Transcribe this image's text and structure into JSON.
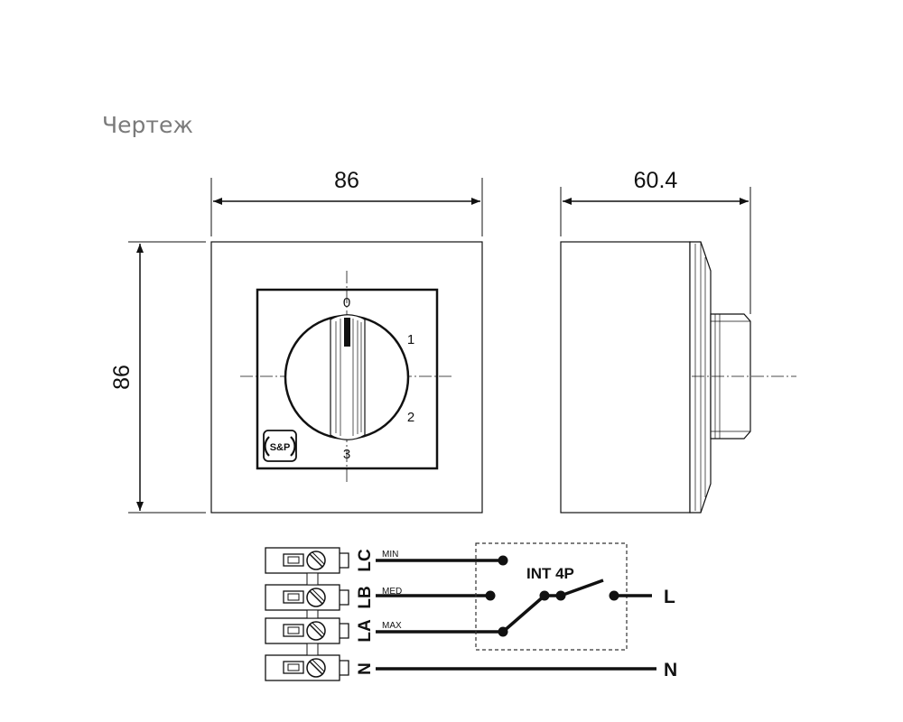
{
  "title": "Чертеж",
  "dimensions": {
    "front_width": "86",
    "front_height": "86",
    "side_depth": "60.4"
  },
  "dial": {
    "positions": [
      "0",
      "1",
      "2",
      "3"
    ],
    "logo": "S&P"
  },
  "wiring": {
    "terminals": [
      {
        "code": "LC",
        "label": "MIN"
      },
      {
        "code": "LB",
        "label": "MED"
      },
      {
        "code": "LA",
        "label": "MAX"
      },
      {
        "code": "N",
        "label": ""
      }
    ],
    "switch_label": "INT 4P",
    "line_label": "L",
    "neutral_label": "N"
  }
}
